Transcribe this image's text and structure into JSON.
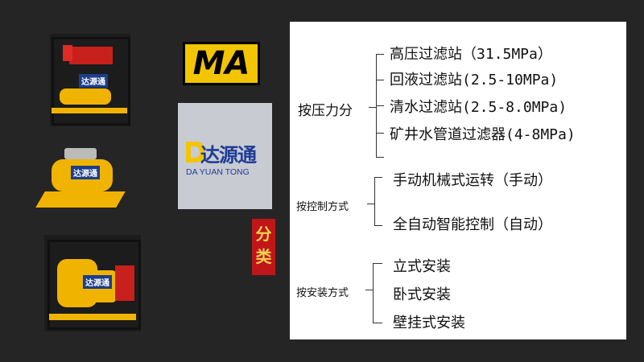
{
  "logos": {
    "safety_mark": "MA",
    "brand_name_cn": "达源通",
    "brand_name_en": "DA YUAN TONG"
  },
  "photos": [
    {
      "plate": "达源通"
    },
    {
      "plate": "达源通"
    },
    {
      "plate": "达源通"
    }
  ],
  "badge": {
    "text": "分类"
  },
  "classification": [
    {
      "category": "按压力分",
      "items": [
        "高压过滤站（31.5MPa）",
        "回液过滤站(2.5-10MPa)",
        "清水过滤站(2.5-8.0MPa)",
        "矿井水管道过滤器(4-8MPa)"
      ]
    },
    {
      "category": "按控制方式",
      "items": [
        "手动机械式运转（手动）",
        "全自动智能控制（自动）"
      ]
    },
    {
      "category": "按安装方式",
      "items": [
        "立式安装",
        "卧式安装",
        "壁挂式安装"
      ]
    }
  ],
  "colors": {
    "background": "#252525",
    "panel": "#ffffff",
    "badge": "#c0161a",
    "ma_yellow": "#f2c500",
    "brand_blue": "#1e3c96"
  }
}
